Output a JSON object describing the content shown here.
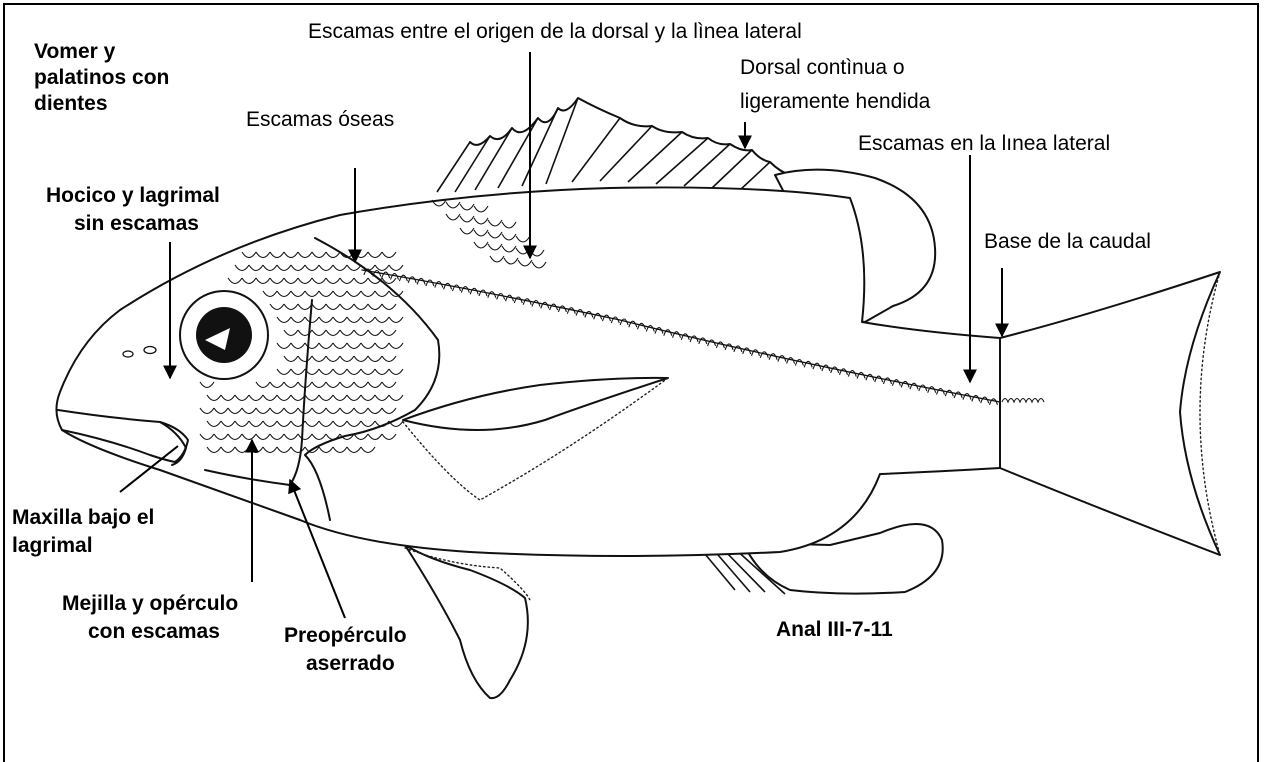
{
  "labels": {
    "vomer": [
      "Vomer y",
      "palatinos con",
      "dientes"
    ],
    "escamas_entre": "Escamas entre el origen de la dorsal y la lìnea lateral",
    "dorsal": [
      "Dorsal contìnua o",
      "ligeramente hendida"
    ],
    "escamas_oseas": "Escamas óseas",
    "escamas_linea": "Escamas en la lınea lateral",
    "hocico": [
      "Hocico y lagrimal",
      "sin escamas"
    ],
    "base_caudal": "Base de la caudal",
    "maxilla": [
      "Maxilla bajo el",
      "lagrimal"
    ],
    "mejilla": [
      "Mejilla y opérculo",
      "con escamas"
    ],
    "preoperculo": [
      "Preopérculo",
      "aserrado"
    ],
    "anal": "Anal III-7-11"
  },
  "colors": {
    "ink": "#111111",
    "background": "#ffffff"
  }
}
